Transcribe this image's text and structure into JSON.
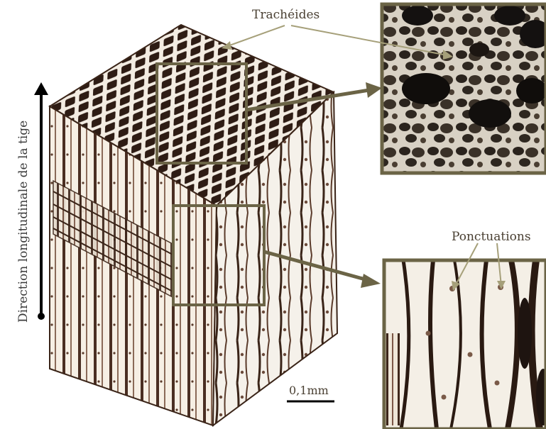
{
  "labels": {
    "tracheides": "Trachéides",
    "ponctuations": "Ponctuations",
    "axis": "Direction longitudinale de la tige",
    "scale": "0,1mm"
  },
  "colors": {
    "frame": "#6b6446",
    "cell_wall": "#3a2418",
    "wood_light": "#efe6d8",
    "leader_line": "#a6a07a"
  }
}
